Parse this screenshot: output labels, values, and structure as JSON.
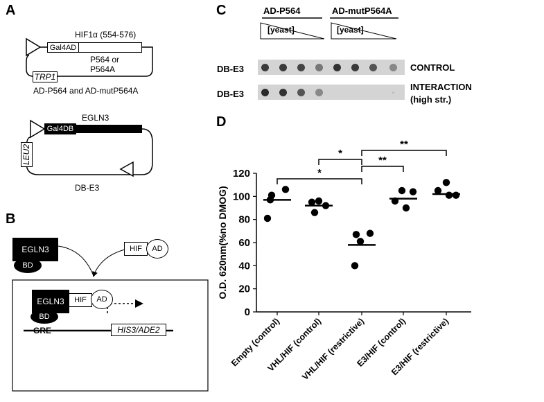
{
  "panels": {
    "a": "A",
    "b": "B",
    "c": "C",
    "d": "D"
  },
  "panel_a": {
    "plasmid1": {
      "ad_box": "Gal4AD",
      "hif_label": "HIF1α (554-576)",
      "variant_label_1": "P564 or",
      "variant_label_2": "P564A",
      "marker": "TRP1",
      "caption": "AD-P564 and AD-mutP564A"
    },
    "plasmid2": {
      "db_box": "Gal4DB",
      "egln_label": "EGLN3",
      "marker": "LEU2",
      "caption": "DB-E3"
    }
  },
  "panel_b": {
    "egln3": "EGLN3",
    "bd": "BD",
    "hif": "HIF",
    "ad": "AD",
    "gre": "GRE",
    "reporter": "HIS3/ADE2"
  },
  "panel_c": {
    "group1": "AD-P564",
    "group2": "AD-mutP564A",
    "yeast1": "[yeast]",
    "yeast2": "[yeast]",
    "row1_label": "DB-E3",
    "row2_label": "DB-E3",
    "row1_desc": "CONTROL",
    "row2_desc_1": "INTERACTION",
    "row2_desc_2": "(high str.)"
  },
  "chart_data": {
    "type": "scatter",
    "ylabel": "O.D. 620nm(%no DMOG)",
    "ylim": [
      0,
      120
    ],
    "yticks": [
      0,
      20,
      40,
      60,
      80,
      100,
      120
    ],
    "categories": [
      "Empty (control)",
      "VHL/HIF (control)",
      "VHL/HIF (restrictive)",
      "E3/HIF (control)",
      "E3/HIF (restrictive)"
    ],
    "points": [
      [
        101,
        106,
        97,
        81
      ],
      [
        95,
        96,
        92,
        86
      ],
      [
        67,
        68,
        61,
        40
      ],
      [
        105,
        104,
        96,
        90
      ],
      [
        112,
        105,
        101,
        101
      ]
    ],
    "means": [
      97,
      92,
      58,
      98,
      102
    ],
    "significance": [
      {
        "from": 0,
        "to": 2,
        "label": "*"
      },
      {
        "from": 1,
        "to": 2,
        "label": "*"
      },
      {
        "from": 2,
        "to": 3,
        "label": "**"
      },
      {
        "from": 2,
        "to": 4,
        "label": "**"
      }
    ]
  }
}
